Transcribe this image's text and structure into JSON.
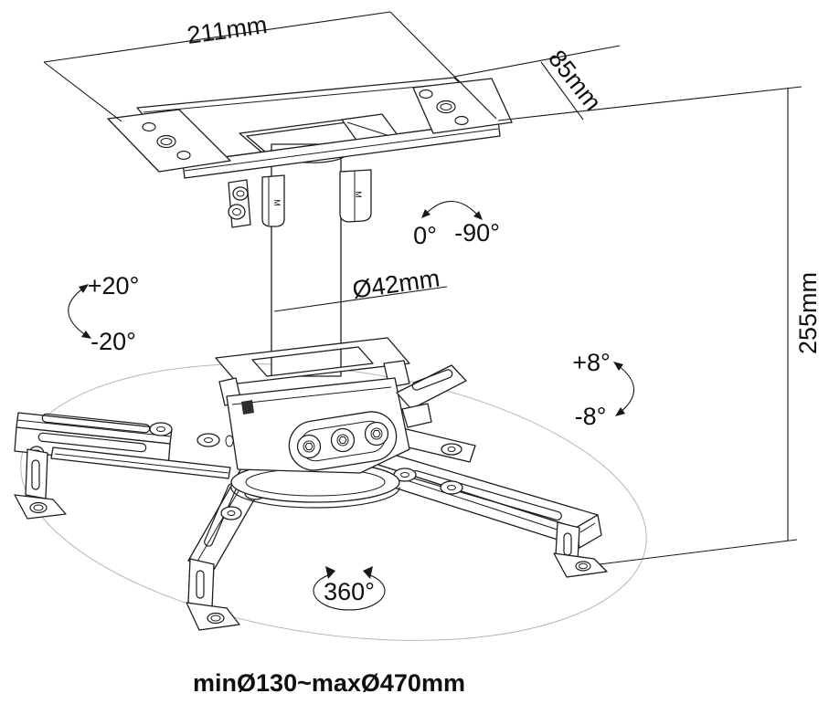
{
  "figure": {
    "title": "Projector ceiling mount dimension diagram",
    "background": "#ffffff",
    "ink_color": "#0f0f0f",
    "line_color": "#1d1d1b",
    "construction_color": "#b5b5b5"
  },
  "dimensions": {
    "plate_width": "211mm",
    "plate_depth": "85mm",
    "drop_height": "255mm",
    "pole_diameter": "Ø42mm",
    "arm_span_range": "minØ130~maxØ470mm"
  },
  "adjustments": {
    "swivel_from": "0°",
    "swivel_to": "-90°",
    "roll_up": "+20°",
    "roll_down": "-20°",
    "tilt_up": "+8°",
    "tilt_down": "-8°",
    "rotation": "360°"
  },
  "part_marks": {
    "left_tab": "M",
    "right_tab": "M"
  }
}
